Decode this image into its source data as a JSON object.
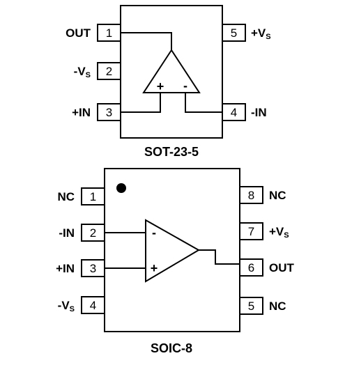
{
  "sot23": {
    "caption": "SOT-23-5",
    "pins": [
      {
        "num": "1",
        "label": "OUT"
      },
      {
        "num": "2",
        "label": "-V",
        "sub": "S"
      },
      {
        "num": "3",
        "label": "+IN"
      },
      {
        "num": "4",
        "label": "-IN"
      },
      {
        "num": "5",
        "label": "+V",
        "sub": "S"
      }
    ],
    "plus": "+",
    "minus": "-"
  },
  "soic8": {
    "caption": "SOIC-8",
    "pins": [
      {
        "num": "1",
        "label": "NC"
      },
      {
        "num": "2",
        "label": "-IN"
      },
      {
        "num": "3",
        "label": "+IN"
      },
      {
        "num": "4",
        "label": "-V",
        "sub": "S"
      },
      {
        "num": "5",
        "label": "NC"
      },
      {
        "num": "6",
        "label": "OUT"
      },
      {
        "num": "7",
        "label": "+V",
        "sub": "S"
      },
      {
        "num": "8",
        "label": "NC"
      }
    ],
    "plus": "+",
    "minus": "-"
  }
}
